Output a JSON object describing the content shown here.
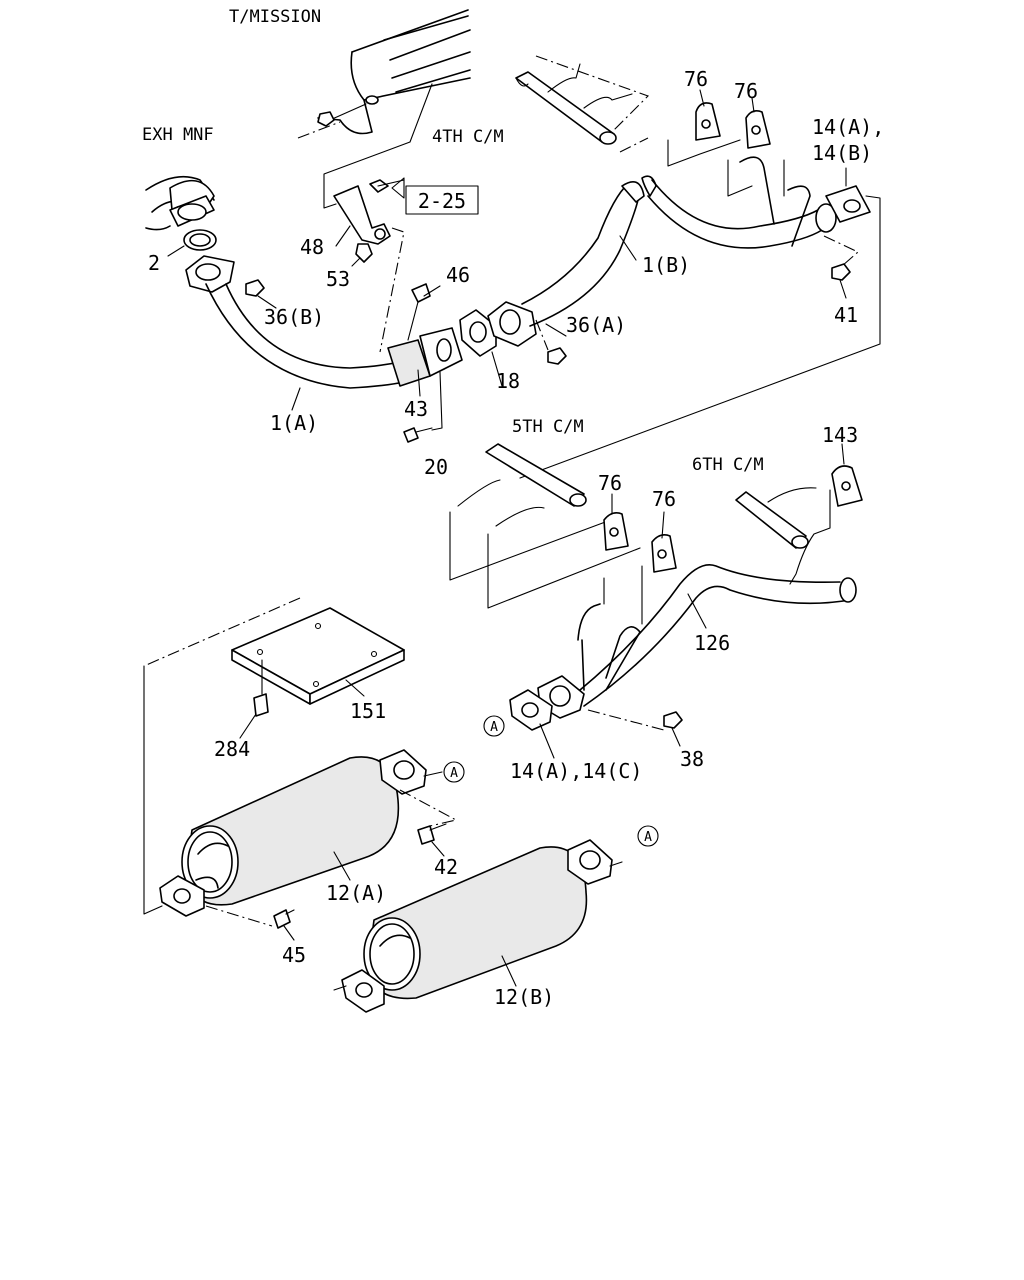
{
  "labels": {
    "transmission": "T/MISSION",
    "exhaust_manifold": "EXH MNF",
    "cm4": "4TH C/M",
    "cm5": "5TH C/M",
    "cm6": "6TH C/M",
    "ref_box": "2-25",
    "marker_a": "A"
  },
  "parts": {
    "p1a": "1(A)",
    "p1b": "1(B)",
    "p2": "2",
    "p12a": "12(A)",
    "p12b": "12(B)",
    "p14ab_1": "14(A),",
    "p14ab_2": "14(B)",
    "p14ac": "14(A),14(C)",
    "p18": "18",
    "p20": "20",
    "p36a": "36(A)",
    "p36b": "36(B)",
    "p38": "38",
    "p41": "41",
    "p42": "42",
    "p43": "43",
    "p45": "45",
    "p46": "46",
    "p48": "48",
    "p53": "53",
    "p76": "76",
    "p126": "126",
    "p143": "143",
    "p151": "151",
    "p284": "284"
  }
}
